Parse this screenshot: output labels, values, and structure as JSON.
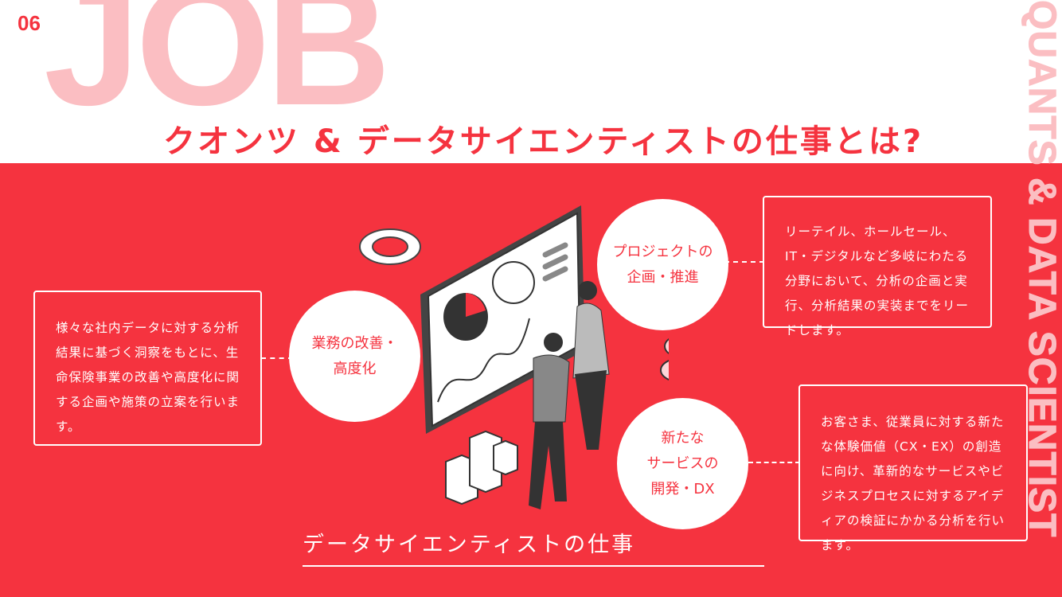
{
  "header": {
    "number": "06",
    "big_word": "JOB",
    "title": "クオンツ & データサイエンティストの仕事とは?",
    "vertical_text": "QUANTS & DATA SCIENTIST"
  },
  "roles": [
    {
      "label_lines": [
        "業務の改善・",
        "高度化"
      ],
      "description": "様々な社内データに対する分析結果に基づく洞察をもとに、生命保険事業の改善や高度化に関する企画や施策の立案を行います。"
    },
    {
      "label_lines": [
        "プロジェクトの",
        "企画・推進"
      ],
      "description": "リーテイル、ホールセール、IT・デジタルなど多岐にわたる分野において、分析の企画と実行、分析結果の実装までをリードします。"
    },
    {
      "label_lines": [
        "新たな",
        "サービスの",
        "開発・DX"
      ],
      "description": "お客さま、従業員に対する新たな体験価値（CX・EX）の創造に向け、革新的なサービスやビジネスプロセスに対するアイディアの検証にかかる分析を行います。"
    }
  ],
  "caption": "データサイエンティストの仕事",
  "colors": {
    "brand_red": "#f5333f",
    "pink": "#fbbec2"
  }
}
